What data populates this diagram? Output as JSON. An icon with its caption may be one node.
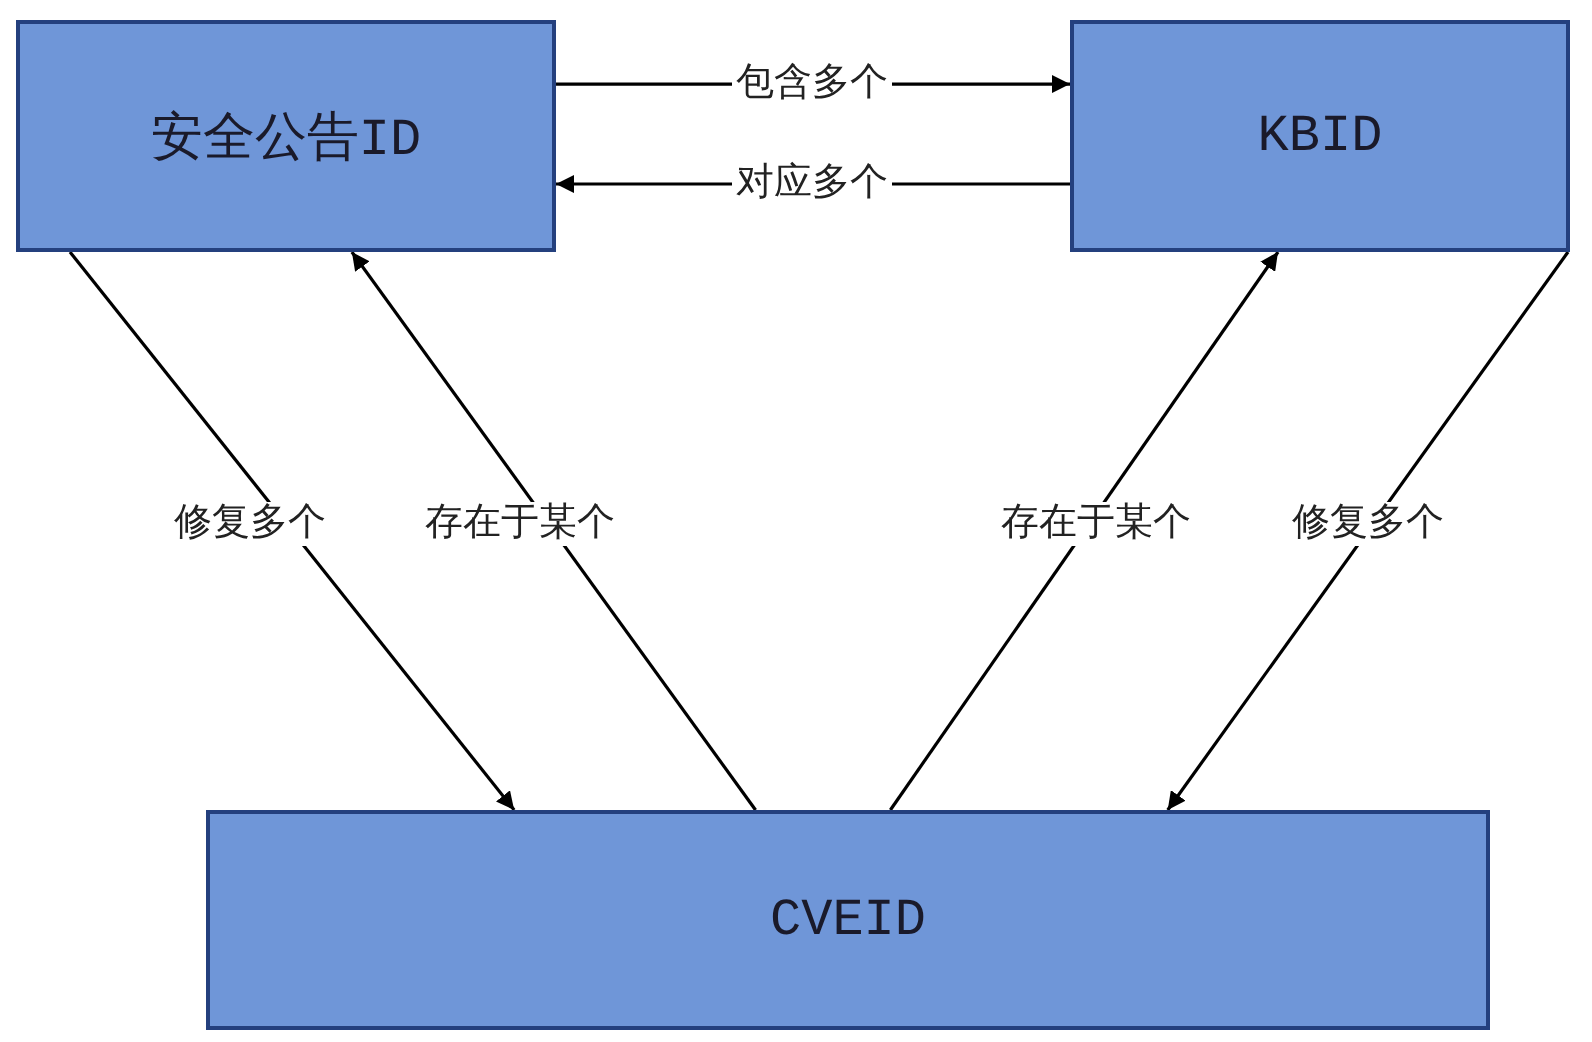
{
  "diagram": {
    "nodes": [
      {
        "text": [
          "安全公告ID"
        ]
      },
      {
        "text": [
          "KBID"
        ]
      },
      {
        "text": [
          "CVEID"
        ]
      }
    ],
    "edges": [
      {
        "from": 0,
        "to": 1,
        "arrow": "to",
        "label": "包含多个"
      },
      {
        "from": 1,
        "to": 0,
        "arrow": "to",
        "label": "对应多个"
      },
      {
        "from": 0,
        "to": 2,
        "arrow": "to",
        "label": "修复多个"
      },
      {
        "from": 2,
        "to": 0,
        "arrow": "to",
        "label": "存在于某个"
      },
      {
        "from": 2,
        "to": 1,
        "arrow": "to",
        "label": "存在于某个"
      },
      {
        "from": 1,
        "to": 2,
        "arrow": "to",
        "label": "修复多个"
      }
    ]
  }
}
